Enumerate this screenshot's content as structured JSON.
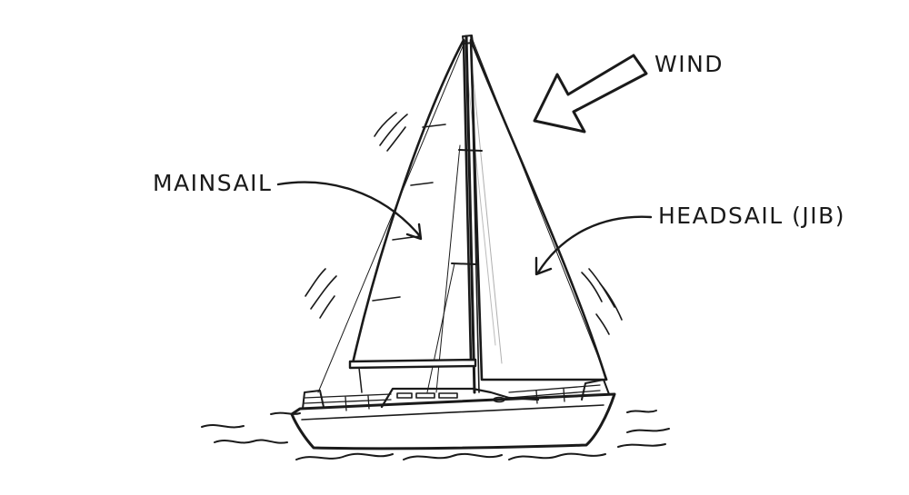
{
  "labels": {
    "wind": "WIND",
    "mainsail": "MAINSAIL",
    "headsail": "HEADSAIL (JIB)"
  },
  "colors": {
    "ink": "#1a1a1a",
    "paper": "#ffffff"
  },
  "icons": [
    "wind-arrow-icon",
    "sailboat-illustration",
    "water-waves"
  ]
}
